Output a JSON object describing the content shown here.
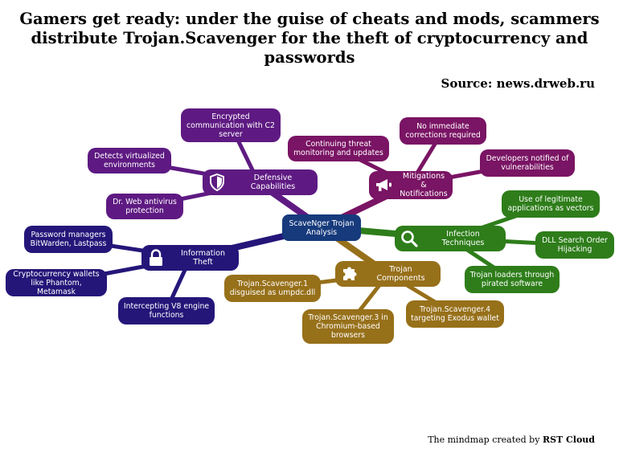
{
  "title": "Gamers get ready: under the guise of cheats and mods, scammers distribute Trojan.Scavenger for the theft of cryptocurrency and passwords",
  "source": "Source: news.drweb.ru",
  "credit_prefix": "The mindmap created by",
  "credit_brand": "RST Cloud",
  "colors": {
    "defensive": "#5e1a82",
    "mitigations": "#7a1464",
    "infection": "#2e7d1a",
    "components": "#97701a",
    "info_theft": "#241679",
    "center": "#163a7c"
  },
  "center": "ScaveNger Trojan Analysis",
  "branches": {
    "defensive": {
      "label": "Defensive Capabilities",
      "icon": "shield-icon",
      "items": [
        "Encrypted communication with C2 server",
        "Detects virtualized environments",
        "Dr. Web antivirus protection"
      ]
    },
    "mitigations": {
      "label": "Mitigations & Notifications",
      "icon": "megaphone-icon",
      "items": [
        "Continuing threat monitoring and updates",
        "No immediate corrections required",
        "Developers notified of vulnerabilities"
      ]
    },
    "infection": {
      "label": "Infection Techniques",
      "icon": "magnifier-icon",
      "items": [
        "Use of legitimate applications as vectors",
        "DLL Search Order Hijacking",
        "Trojan loaders through pirated software"
      ]
    },
    "components": {
      "label": "Trojan Components",
      "icon": "puzzle-icon",
      "items": [
        "Trojan.Scavenger.1 disguised as umpdc.dll",
        "Trojan.Scavenger.3 in Chromium-based browsers",
        "Trojan.Scavenger.4 targeting Exodus wallet"
      ]
    },
    "info_theft": {
      "label": "Information Theft",
      "icon": "lock-icon",
      "items": [
        "Password managers BitWarden, Lastpass",
        "Cryptocurrency wallets like Phantom, Metamask",
        "Intercepting V8 engine functions"
      ]
    }
  }
}
